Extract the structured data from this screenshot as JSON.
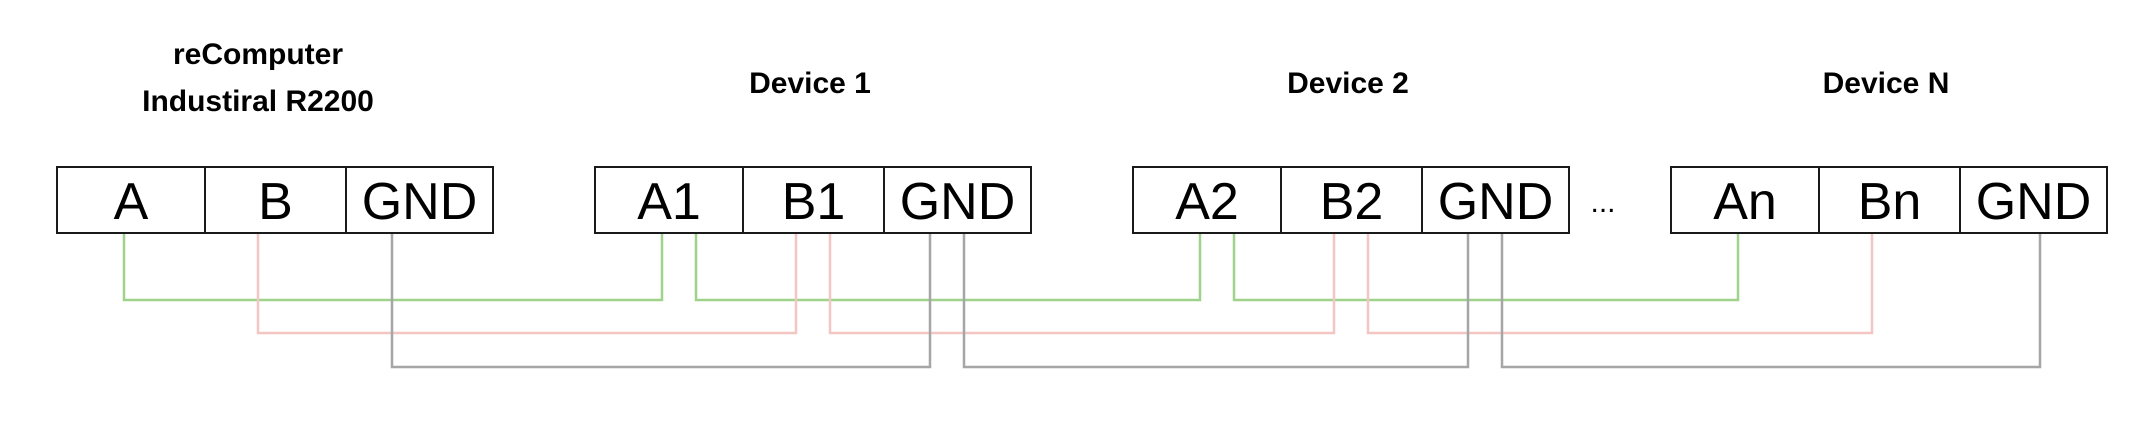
{
  "colors": {
    "a_line": "#9fd28a",
    "b_line": "#f3c6c2",
    "gnd_line": "#a6a6a6",
    "box_border": "#1a1a1a"
  },
  "host": {
    "title_line1": "reComputer",
    "title_line2": "Industiral R2200",
    "terminals": [
      "A",
      "B",
      "GND"
    ]
  },
  "devices": [
    {
      "title": "Device 1",
      "terminals": [
        "A1",
        "B1",
        "GND"
      ]
    },
    {
      "title": "Device 2",
      "terminals": [
        "A2",
        "B2",
        "GND"
      ]
    },
    {
      "title": "Device N",
      "terminals": [
        "An",
        "Bn",
        "GND"
      ]
    }
  ],
  "ellipsis": "..."
}
